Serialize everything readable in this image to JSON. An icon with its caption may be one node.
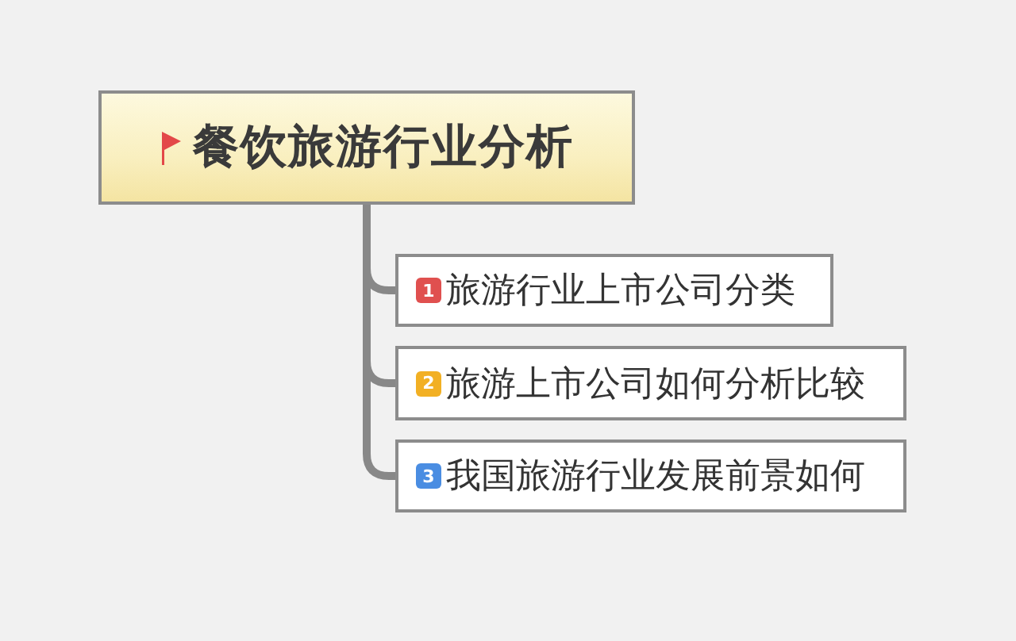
{
  "diagram": {
    "nodes": [
      {
        "text": [
          "餐饮旅游行业分析"
        ]
      },
      {
        "text": [
          "1",
          "旅游行业上市公司分类"
        ]
      },
      {
        "text": [
          "2",
          "旅游上市公司如何分析比较"
        ]
      },
      {
        "text": [
          "3",
          "我国旅游行业发展前景如何"
        ]
      }
    ],
    "edges": [
      {
        "from": 0,
        "to": 1,
        "arrow": "none"
      },
      {
        "from": 0,
        "to": 2,
        "arrow": "none"
      },
      {
        "from": 0,
        "to": 3,
        "arrow": "none"
      }
    ]
  }
}
